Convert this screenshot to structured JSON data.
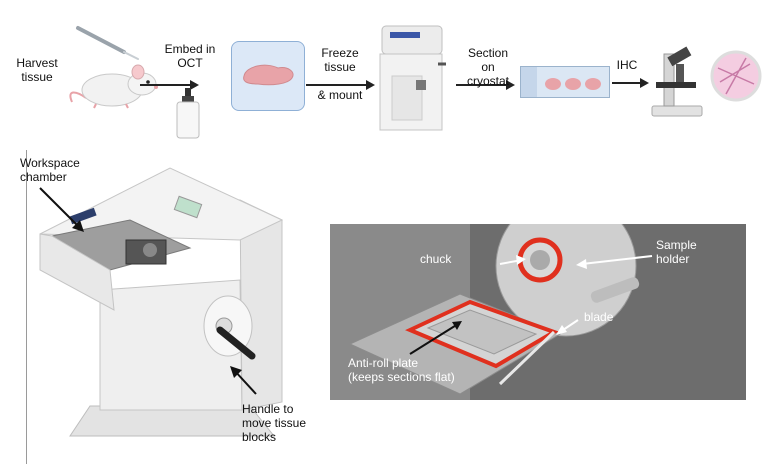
{
  "workflow": {
    "steps": [
      {
        "id": "harvest",
        "label_line1": "Harvest",
        "label_line2": "tissue"
      },
      {
        "id": "embed",
        "label_line1": "Embed in",
        "label_line2": "OCT"
      },
      {
        "id": "freeze",
        "label_line1": "Freeze",
        "label_line2": "tissue",
        "label_line3": "& mount"
      },
      {
        "id": "section",
        "label_line1": "Section",
        "label_line2": "on",
        "label_line3": "cryostat"
      },
      {
        "id": "ihc",
        "label_line1": "IHC"
      }
    ]
  },
  "cryostat_labels": {
    "workspace_line1": "Workspace",
    "workspace_line2": "chamber",
    "handle_line1": "Handle to",
    "handle_line2": "move tissue",
    "handle_line3": "blocks"
  },
  "photo_labels": {
    "chuck": "chuck",
    "sample_line1": "Sample",
    "sample_line2": "holder",
    "blade": "blade",
    "antiroll_line1": "Anti-roll plate",
    "antiroll_line2": "(keeps sections flat)"
  },
  "colors": {
    "arrow": "#222222",
    "tissue_pink": "#e8a3a8",
    "oct_box_bg": "#dce8f7",
    "oct_box_border": "#8fb0d6",
    "photo_bg": "#6d6d6d",
    "antiroll_red": "#e0301e"
  },
  "icons": [
    "mouse-icon",
    "scalpel-icon",
    "oct-bottle-icon",
    "cryostat-small-icon",
    "slide-icon",
    "microscope-icon",
    "magnified-tissue-icon"
  ]
}
